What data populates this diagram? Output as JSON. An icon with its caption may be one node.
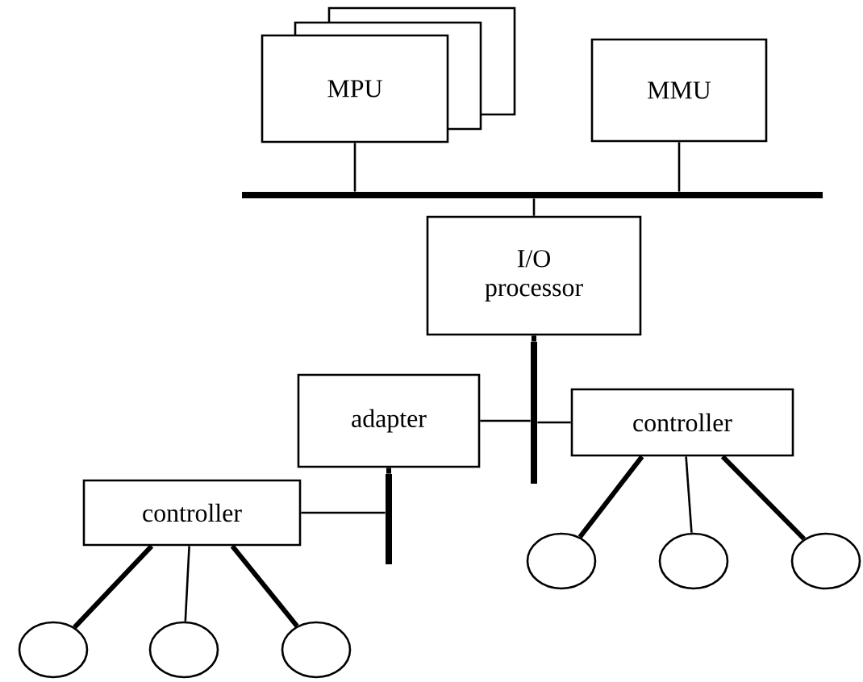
{
  "diagram": {
    "nodes": [
      {
        "text": [
          "MPU"
        ]
      },
      {
        "text": [
          "MMU"
        ]
      },
      {
        "text": [],
        "shape": "bar"
      },
      {
        "text": [
          "I/O processor"
        ]
      },
      {
        "text": [],
        "shape": "bar"
      },
      {
        "text": [
          "adapter"
        ]
      },
      {
        "text": [
          "controller"
        ]
      },
      {
        "text": [],
        "shape": "bar"
      },
      {
        "text": [
          "controller"
        ]
      },
      {
        "text": [],
        "shape": "circle"
      },
      {
        "text": [],
        "shape": "circle"
      },
      {
        "text": [],
        "shape": "circle"
      },
      {
        "text": [],
        "shape": "circle"
      },
      {
        "text": [],
        "shape": "circle"
      },
      {
        "text": [],
        "shape": "circle"
      }
    ],
    "edges": [
      {
        "from": 0,
        "to": 2,
        "arrow": "none"
      },
      {
        "from": 1,
        "to": 2,
        "arrow": "none"
      },
      {
        "from": 2,
        "to": 3,
        "arrow": "none"
      },
      {
        "from": 3,
        "to": 4,
        "arrow": "none",
        "style": "thick"
      },
      {
        "from": 5,
        "to": 4,
        "arrow": "none"
      },
      {
        "from": 4,
        "to": 6,
        "arrow": "none"
      },
      {
        "from": 5,
        "to": 7,
        "arrow": "none",
        "style": "thick"
      },
      {
        "from": 8,
        "to": 7,
        "arrow": "none"
      },
      {
        "from": 6,
        "to": 9,
        "arrow": "none",
        "style": "thick"
      },
      {
        "from": 6,
        "to": 10,
        "arrow": "none"
      },
      {
        "from": 6,
        "to": 11,
        "arrow": "none",
        "style": "thick"
      },
      {
        "from": 8,
        "to": 12,
        "arrow": "none",
        "style": "thick"
      },
      {
        "from": 8,
        "to": 13,
        "arrow": "none"
      },
      {
        "from": 8,
        "to": 14,
        "arrow": "none",
        "style": "thick"
      }
    ]
  }
}
